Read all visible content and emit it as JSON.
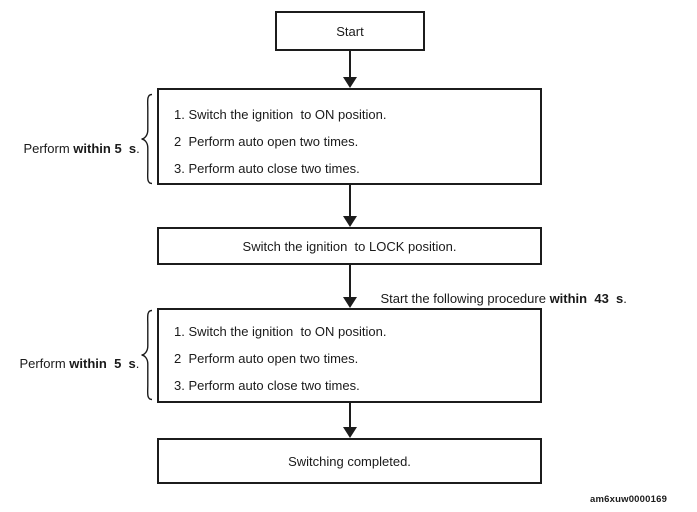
{
  "flowchart": {
    "start": {
      "label": "Start"
    },
    "block1": {
      "lines": [
        "1. Switch the ignition  to ON position.",
        "2  Perform auto open two times.",
        "3. Perform auto close two times."
      ]
    },
    "lock": {
      "label": "Switch the ignition  to LOCK position."
    },
    "arrow_note": {
      "prefix": "Start the following procedure ",
      "bold": "within  43  s",
      "suffix": "."
    },
    "block2": {
      "lines": [
        "1. Switch the ignition  to ON position.",
        "2  Perform auto open two times.",
        "3. Perform auto close two times."
      ]
    },
    "completed": {
      "label": "Switching completed."
    },
    "note1": {
      "prefix": "Perform ",
      "bold": "within 5  s",
      "suffix": "."
    },
    "note2": {
      "prefix": "Perform ",
      "bold": "within  5  s",
      "suffix": "."
    },
    "figure_code": "am6xuw0000169"
  }
}
